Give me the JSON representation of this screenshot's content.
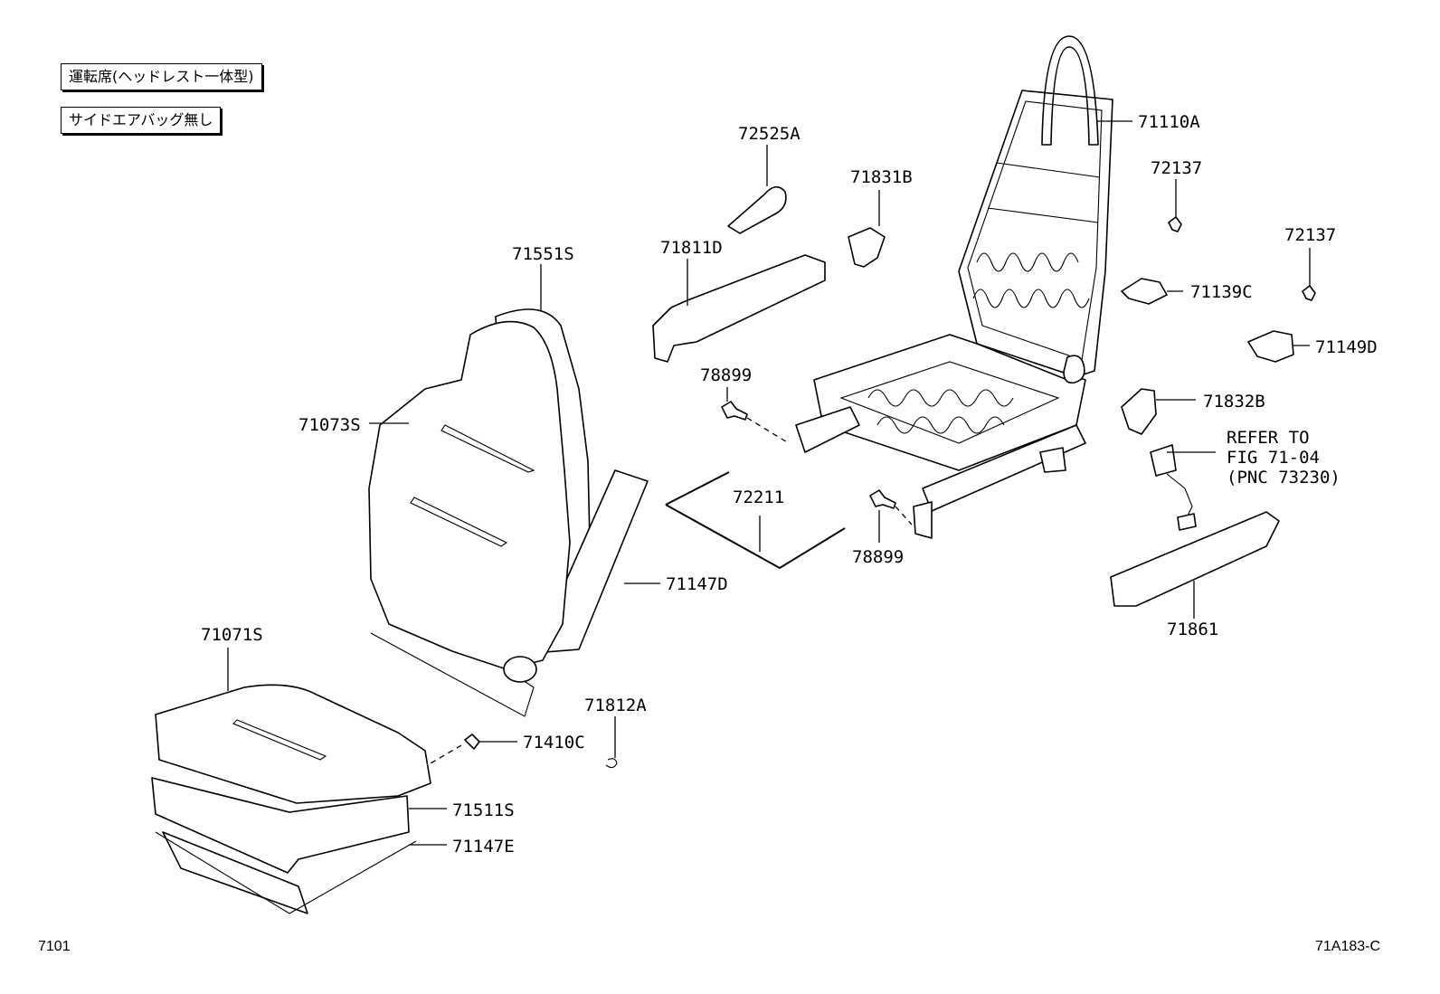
{
  "notes": {
    "driver_seat": "運転席(ヘッドレスト一体型)",
    "no_side_airbag": "サイドエアバッグ無し"
  },
  "footer": {
    "left_code": "7101",
    "right_code": "71A183-C"
  },
  "labels": {
    "p71110A": "71110A",
    "p72525A": "72525A",
    "p71831B": "71831B",
    "p72137_a": "72137",
    "p72137_b": "72137",
    "p71811D": "71811D",
    "p71551S": "71551S",
    "p71139C": "71139C",
    "p71149D": "71149D",
    "p78899_a": "78899",
    "p71073S": "71073S",
    "p71832B": "71832B",
    "refer_line1": "REFER TO",
    "refer_line2": "FIG 71-04",
    "refer_line3": "(PNC 73230)",
    "p72211": "72211",
    "p71147D": "71147D",
    "p78899_b": "78899",
    "p71071S": "71071S",
    "p71861": "71861",
    "p71812A": "71812A",
    "p71410C": "71410C",
    "p71511S": "71511S",
    "p71147E": "71147E"
  }
}
